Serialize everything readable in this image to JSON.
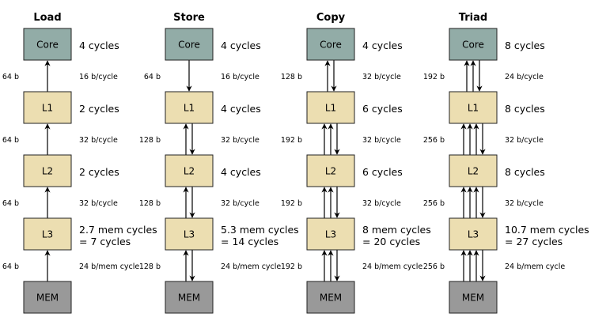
{
  "columns": [
    {
      "title": "Load",
      "boxes": {
        "core": "Core",
        "l1": "L1",
        "l2": "L2",
        "l3": "L3",
        "mem": "MEM"
      },
      "cycles": [
        "4 cycles",
        "2 cycles",
        "2 cycles",
        [
          "2.7 mem cycles",
          "= 7 cycles"
        ]
      ],
      "links": [
        {
          "left": "64 b",
          "right": "16 b/cycle",
          "up": 1,
          "down": 0
        },
        {
          "left": "64 b",
          "right": "32 b/cycle",
          "up": 1,
          "down": 0
        },
        {
          "left": "64 b",
          "right": "32 b/cycle",
          "up": 1,
          "down": 0
        },
        {
          "left": "64 b",
          "right": "24 b/mem cycle",
          "up": 1,
          "down": 0
        }
      ]
    },
    {
      "title": "Store",
      "boxes": {
        "core": "Core",
        "l1": "L1",
        "l2": "L2",
        "l3": "L3",
        "mem": "MEM"
      },
      "cycles": [
        "4 cycles",
        "4 cycles",
        "4 cycles",
        [
          "5.3 mem cycles",
          "= 14 cycles"
        ]
      ],
      "links": [
        {
          "left": "64 b",
          "right": "16 b/cycle",
          "up": 0,
          "down": 1
        },
        {
          "left": "128 b",
          "right": "32 b/cycle",
          "up": 1,
          "down": 1
        },
        {
          "left": "128 b",
          "right": "32 b/cycle",
          "up": 1,
          "down": 1
        },
        {
          "left": "128 b",
          "right": "24 b/mem cycle",
          "up": 1,
          "down": 1
        }
      ]
    },
    {
      "title": "Copy",
      "boxes": {
        "core": "Core",
        "l1": "L1",
        "l2": "L2",
        "l3": "L3",
        "mem": "MEM"
      },
      "cycles": [
        "4 cycles",
        "6 cycles",
        "6 cycles",
        [
          "8 mem cycles",
          "= 20 cycles"
        ]
      ],
      "links": [
        {
          "left": "128 b",
          "right": "32 b/cycle",
          "up": 1,
          "down": 1
        },
        {
          "left": "192 b",
          "right": "32 b/cycle",
          "up": 2,
          "down": 1
        },
        {
          "left": "192 b",
          "right": "32 b/cycle",
          "up": 2,
          "down": 1
        },
        {
          "left": "192 b",
          "right": "24 b/mem cycle",
          "up": 2,
          "down": 1
        }
      ]
    },
    {
      "title": "Triad",
      "boxes": {
        "core": "Core",
        "l1": "L1",
        "l2": "L2",
        "l3": "L3",
        "mem": "MEM"
      },
      "cycles": [
        "8 cycles",
        "8 cycles",
        "8 cycles",
        [
          "10.7 mem cycles",
          "= 27 cycles"
        ]
      ],
      "links": [
        {
          "left": "192 b",
          "right": "24 b/cycle",
          "up": 2,
          "down": 1
        },
        {
          "left": "256 b",
          "right": "32 b/cycle",
          "up": 3,
          "down": 1
        },
        {
          "left": "256 b",
          "right": "32 b/cycle",
          "up": 3,
          "down": 1
        },
        {
          "left": "256 b",
          "right": "24 b/mem cycle",
          "up": 3,
          "down": 1
        }
      ]
    }
  ],
  "colors": {
    "core": "#92aca7",
    "cache": "#ecdeb1",
    "mem": "#999999",
    "stroke": "#222222"
  }
}
